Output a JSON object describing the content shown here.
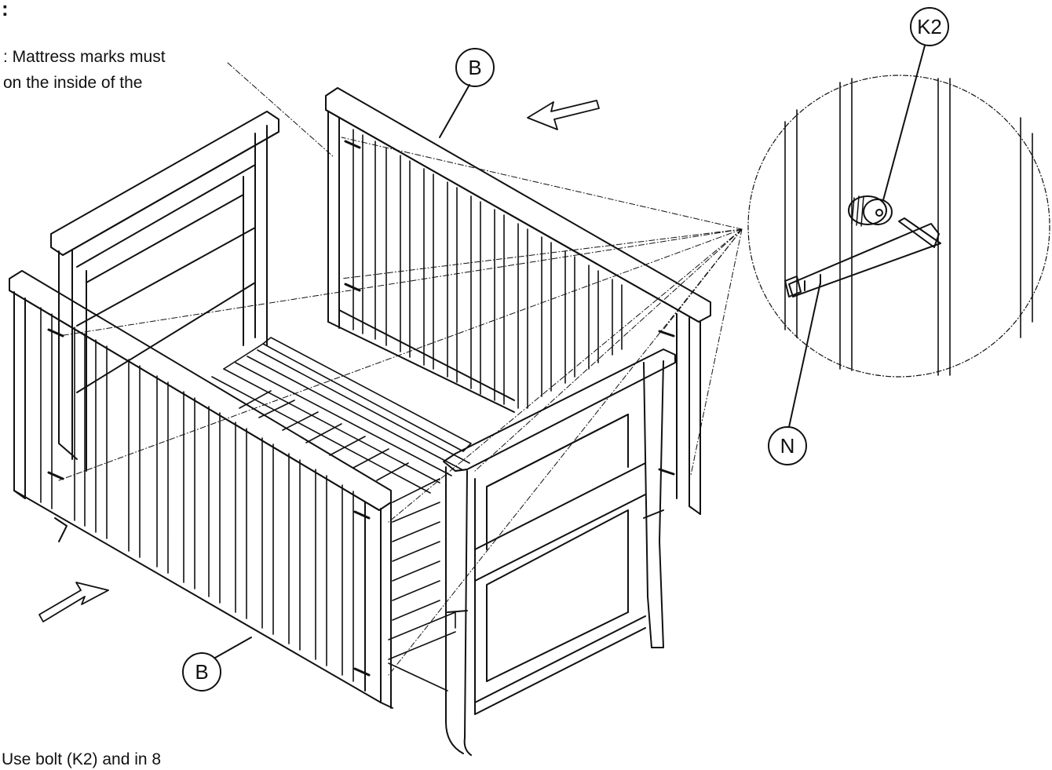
{
  "header": {
    "title_fragment": ":"
  },
  "note": {
    "line1": ": Mattress marks must",
    "line2": "on the inside of the"
  },
  "callouts": {
    "b_top": "B",
    "b_bottom": "B",
    "k2": "K2",
    "n": "N"
  },
  "footer": {
    "instruction": "Use bolt (K2) and in 8"
  },
  "colors": {
    "ink": "#111111",
    "background": "#ffffff"
  }
}
